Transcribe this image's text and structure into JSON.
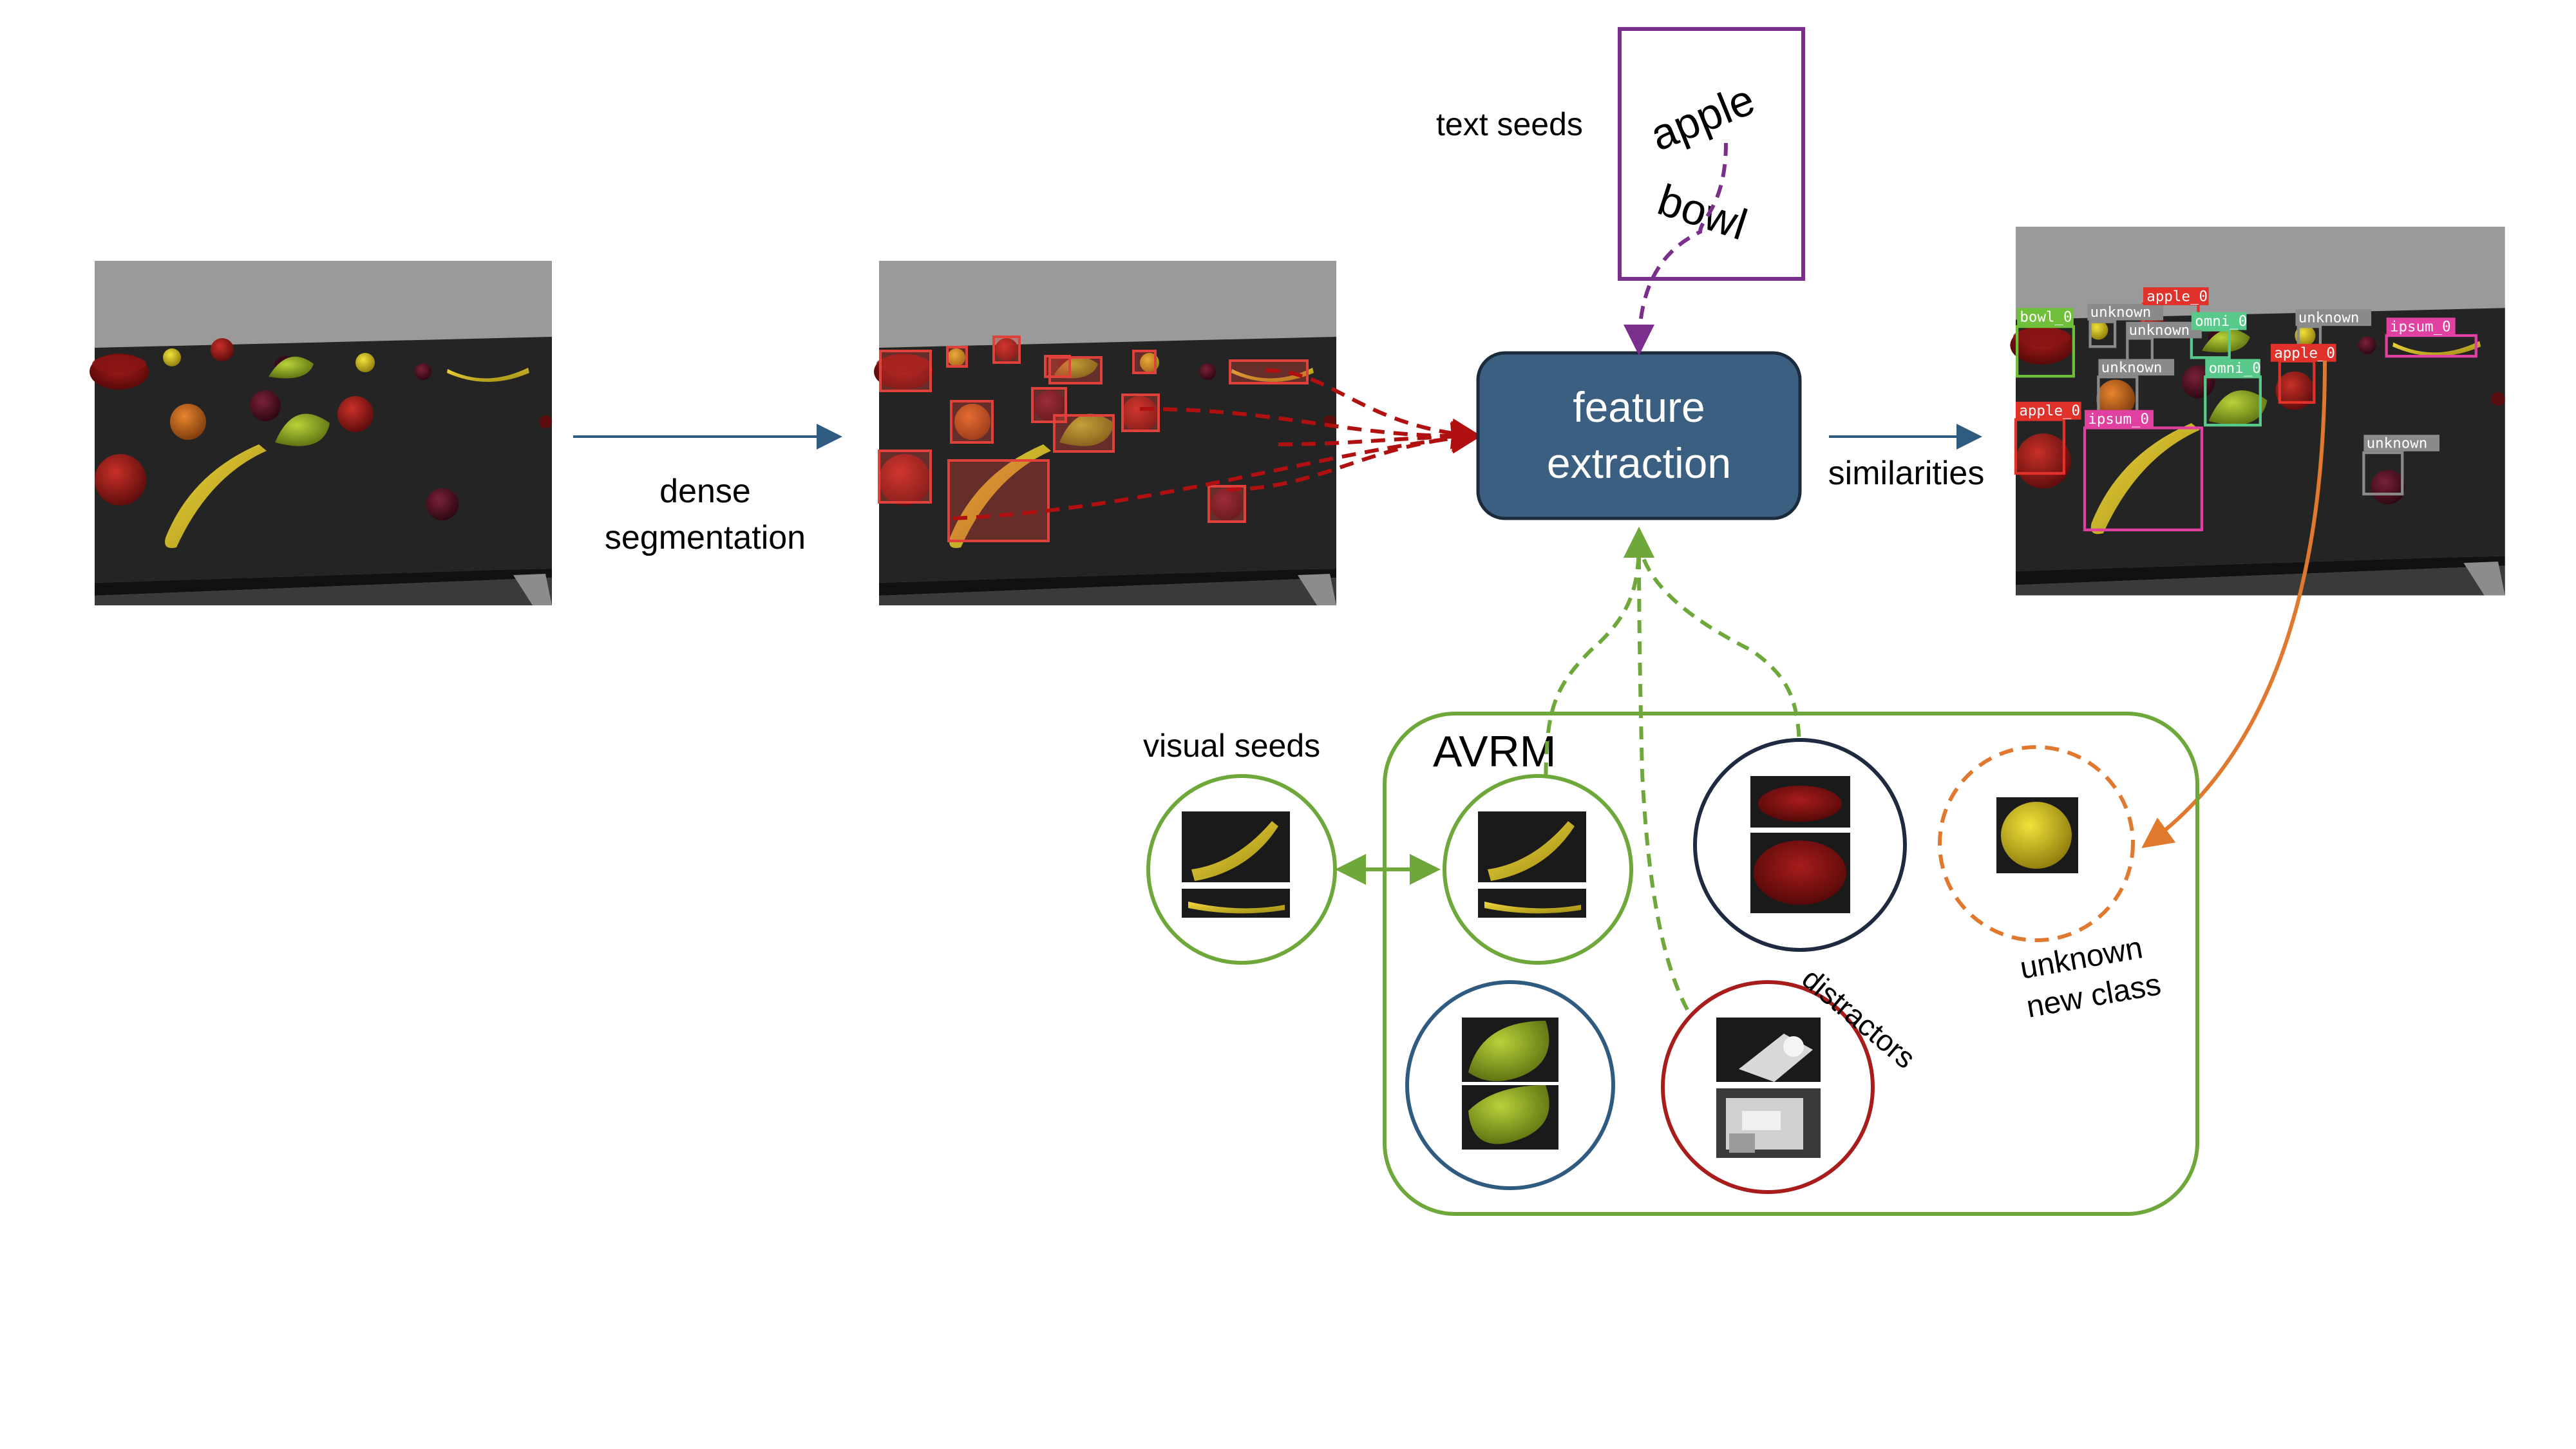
{
  "labels": {
    "dense_segmentation_line1": "dense",
    "dense_segmentation_line2": "segmentation",
    "text_seeds": "text seeds",
    "similarities": "similarities",
    "visual_seeds": "visual seeds",
    "avrm": "AVRM",
    "distractors": "distractors",
    "unknown_new_class_line1": "unknown",
    "unknown_new_class_line2": "new class"
  },
  "feature_extraction": {
    "line1": "feature",
    "line2": "extraction"
  },
  "text_seed_words": [
    "apple",
    "bowl"
  ],
  "detections": [
    {
      "label": "bowl_0",
      "color": "#6fbf3a"
    },
    {
      "label": "unknown",
      "color": "#8a8a8a"
    },
    {
      "label": "unknown",
      "color": "#8a8a8a"
    },
    {
      "label": "apple_0",
      "color": "#e0312b"
    },
    {
      "label": "omni_0",
      "color": "#58c98a"
    },
    {
      "label": "unknown",
      "color": "#8a8a8a"
    },
    {
      "label": "ipsum_0",
      "color": "#e040a0"
    },
    {
      "label": "apple_0",
      "color": "#e0312b"
    },
    {
      "label": "unknown",
      "color": "#8a8a8a"
    },
    {
      "label": "omni_0",
      "color": "#58c98a"
    },
    {
      "label": "apple_0",
      "color": "#e0312b"
    },
    {
      "label": "ipsum_0",
      "color": "#e040a0"
    },
    {
      "label": "unknown",
      "color": "#8a8a8a"
    }
  ],
  "colors": {
    "main_arrow": "#2f5b80",
    "feature_box": "#3b5f80",
    "text_seed_frame": "#7b2f8c",
    "avrm_frame": "#6ea83a",
    "segmentation_box": "#e0413a",
    "segmentation_curve": "#b01010",
    "visual_seed_curve": "#6ea83a",
    "unknown_arrow": "#e0782e",
    "distractor_circle": "#a81c1c",
    "bowl_circle": "#1d2a40",
    "pear_circle": "#2f5b80"
  }
}
